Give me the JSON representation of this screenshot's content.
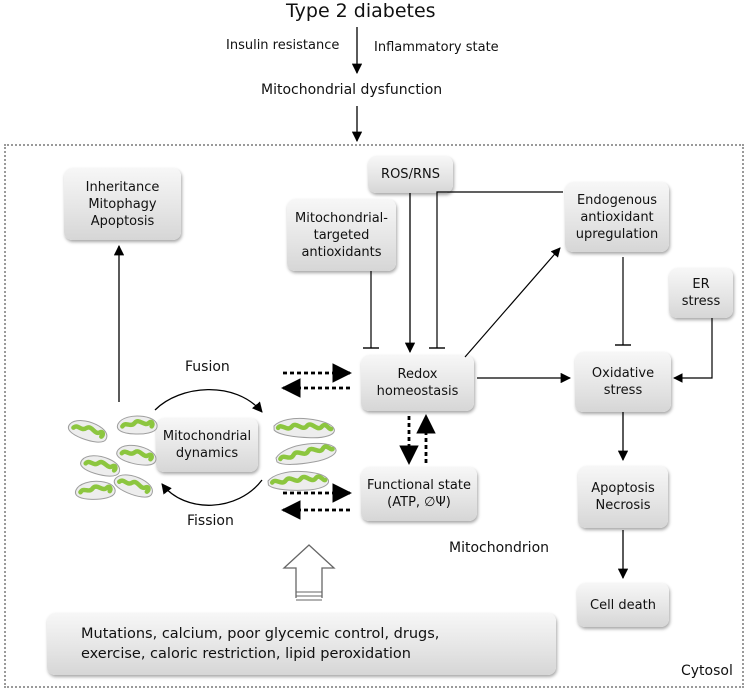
{
  "header": {
    "title": "Type 2 diabetes",
    "insulin_resistance": "Insulin resistance",
    "inflammatory_state": "Inflammatory state",
    "mito_dysfunction": "Mitochondrial dysfunction"
  },
  "boxes": {
    "fate": [
      "Inheritance",
      "Mitophagy",
      "Apoptosis"
    ],
    "ros": "ROS/RNS",
    "mt_antioxidants": [
      "Mitochondrial-",
      "targeted",
      "antioxidants"
    ],
    "endogenous": [
      "Endogenous",
      "antioxidant",
      "upregulation"
    ],
    "er_stress": [
      "ER",
      "stress"
    ],
    "redox": [
      "Redox",
      "homeostasis"
    ],
    "oxidative": [
      "Oxidative",
      "stress"
    ],
    "dynamics": [
      "Mitochondrial",
      "dynamics"
    ],
    "functional": [
      "Functional state",
      "(ATP, ∅Ψ)"
    ],
    "apoptosis": [
      "Apoptosis",
      "Necrosis"
    ],
    "cell_death": "Cell death",
    "factors": [
      "Mutations,  calcium,  poor  glycemic  control,  drugs,",
      "exercise, caloric restriction, lipid peroxidation"
    ]
  },
  "labels": {
    "fusion": "Fusion",
    "fission": "Fission",
    "mitochondrion": "Mitochondrion",
    "cytosol": "Cytosol"
  },
  "colors": {
    "mito_green": "#8cc63f",
    "mito_outline": "#9e9e9e",
    "box_fill": "#e4e4e4",
    "border": "#9a9a9a"
  }
}
